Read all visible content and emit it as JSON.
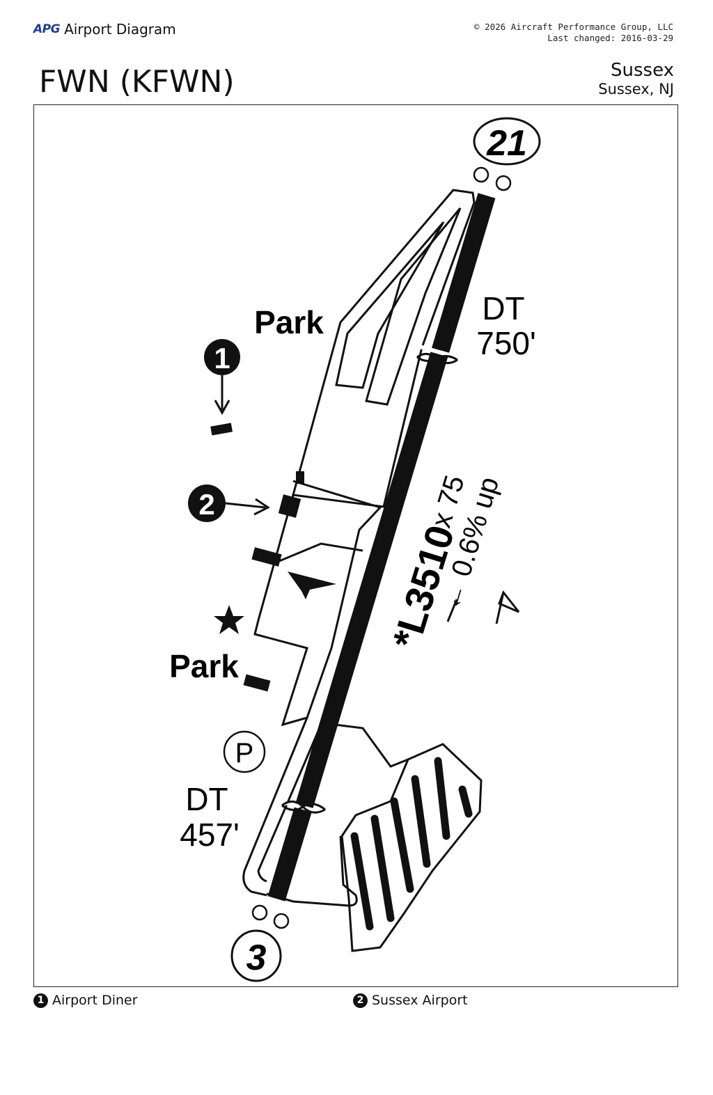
{
  "header": {
    "brand_logo": "APG",
    "brand_title": "Airport Diagram",
    "copyright": "© 2026 Aircraft Performance Group, LLC",
    "last_changed": "Last changed: 2016-03-29",
    "ident": "FWN (KFWN)",
    "city_name": "Sussex",
    "city_state": "Sussex, NJ"
  },
  "diagram": {
    "runway_end_north": "21",
    "runway_end_south": "3",
    "runway_label": "*L3510",
    "runway_dims": "x 75",
    "gradient": "← 0.6% up",
    "dt_north_label": "DT",
    "dt_north_value": "750'",
    "dt_south_label": "DT",
    "dt_south_value": "457'",
    "park_north": "Park",
    "park_south": "Park",
    "parking_symbol": "P",
    "marker_1": "1",
    "marker_2": "2"
  },
  "legend": [
    {
      "bullet": "1",
      "label": "Airport Diner"
    },
    {
      "bullet": "2",
      "label": "Sussex Airport"
    }
  ],
  "colors": {
    "ink": "#111111",
    "brand": "#1d3f8f",
    "paper": "#ffffff"
  }
}
